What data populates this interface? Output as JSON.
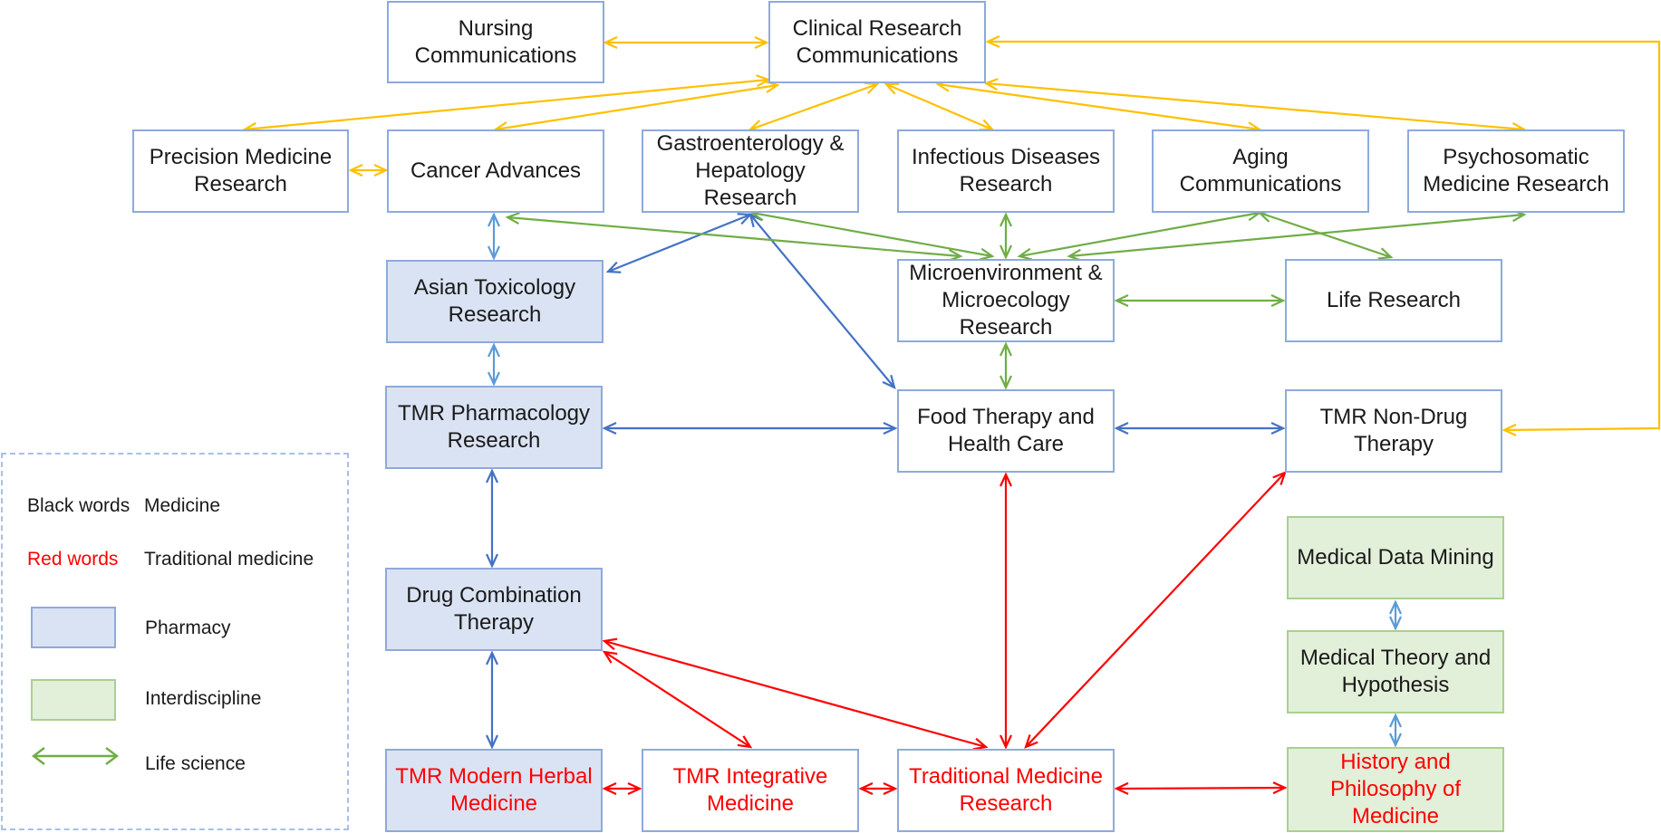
{
  "colors": {
    "medicine_link": "#4472c4",
    "pharmacy_link": "#5b9bd5",
    "clinical_link": "#ffc000",
    "life_science_link": "#70ad47",
    "traditional_link": "#ff0000",
    "pharmacy_fill": "#dae3f3",
    "interdiscipline_fill": "#e2efd9",
    "red_text": "#ff0000"
  },
  "nodes": {
    "nursing": "Nursing Communications",
    "clinical": "Clinical Research Communications",
    "precision": "Precision Medicine Research",
    "cancer": "Cancer Advances",
    "gastro": "Gastroenterology & Hepatology Research",
    "infectious": "Infectious Diseases Research",
    "aging": "Aging Communications",
    "psychosomatic": "Psychosomatic Medicine Research",
    "toxicology": "Asian Toxicology Research",
    "micro": "Microenvironment & Microecology Research",
    "life": "Life Research",
    "pharmacology": "TMR Pharmacology Research",
    "food": "Food Therapy and Health Care",
    "nondrug": "TMR Non-Drug Therapy",
    "datamining": "Medical Data Mining",
    "drugcombo": "Drug Combination Therapy",
    "theory": "Medical Theory and Hypothesis",
    "herbal": "TMR Modern Herbal Medicine",
    "integrative": "TMR Integrative Medicine",
    "traditional": "Traditional Medicine Research",
    "history": "History and Philosophy of Medicine"
  },
  "legend": {
    "black_key": "Black words",
    "black_value": "Medicine",
    "red_key": "Red words",
    "red_value": "Traditional medicine",
    "pharmacy": "Pharmacy",
    "interdiscipline": "Interdiscipline",
    "life_science": "Life science"
  },
  "links": [
    {
      "from": "nursing",
      "to": "clinical",
      "type": "clinical"
    },
    {
      "from": "clinical",
      "to": "precision",
      "type": "clinical"
    },
    {
      "from": "clinical",
      "to": "cancer",
      "type": "clinical"
    },
    {
      "from": "clinical",
      "to": "gastro",
      "type": "clinical"
    },
    {
      "from": "clinical",
      "to": "infectious",
      "type": "clinical"
    },
    {
      "from": "clinical",
      "to": "aging",
      "type": "clinical"
    },
    {
      "from": "clinical",
      "to": "psychosomatic",
      "type": "clinical"
    },
    {
      "from": "clinical",
      "to": "nondrug",
      "type": "clinical"
    },
    {
      "from": "precision",
      "to": "cancer",
      "type": "clinical"
    },
    {
      "from": "cancer",
      "to": "toxicology",
      "type": "pharmacy"
    },
    {
      "from": "toxicology",
      "to": "pharmacology",
      "type": "pharmacy"
    },
    {
      "from": "datamining",
      "to": "theory",
      "type": "pharmacy"
    },
    {
      "from": "theory",
      "to": "history",
      "type": "pharmacy"
    },
    {
      "from": "gastro",
      "to": "toxicology",
      "type": "medicine"
    },
    {
      "from": "gastro",
      "to": "food",
      "type": "medicine"
    },
    {
      "from": "pharmacology",
      "to": "food",
      "type": "medicine"
    },
    {
      "from": "food",
      "to": "nondrug",
      "type": "medicine"
    },
    {
      "from": "pharmacology",
      "to": "drugcombo",
      "type": "medicine"
    },
    {
      "from": "drugcombo",
      "to": "herbal",
      "type": "medicine"
    },
    {
      "from": "cancer",
      "to": "micro",
      "type": "life"
    },
    {
      "from": "gastro",
      "to": "micro",
      "type": "life"
    },
    {
      "from": "infectious",
      "to": "micro",
      "type": "life"
    },
    {
      "from": "aging",
      "to": "micro",
      "type": "life"
    },
    {
      "from": "aging",
      "to": "life",
      "type": "life"
    },
    {
      "from": "psychosomatic",
      "to": "micro",
      "type": "life"
    },
    {
      "from": "micro",
      "to": "life",
      "type": "life"
    },
    {
      "from": "micro",
      "to": "food",
      "type": "life"
    },
    {
      "from": "food",
      "to": "traditional",
      "type": "traditional"
    },
    {
      "from": "nondrug",
      "to": "traditional",
      "type": "traditional"
    },
    {
      "from": "drugcombo",
      "to": "integrative",
      "type": "traditional"
    },
    {
      "from": "drugcombo",
      "to": "traditional",
      "type": "traditional"
    },
    {
      "from": "herbal",
      "to": "integrative",
      "type": "traditional"
    },
    {
      "from": "integrative",
      "to": "traditional",
      "type": "traditional"
    },
    {
      "from": "traditional",
      "to": "history",
      "type": "traditional"
    }
  ]
}
